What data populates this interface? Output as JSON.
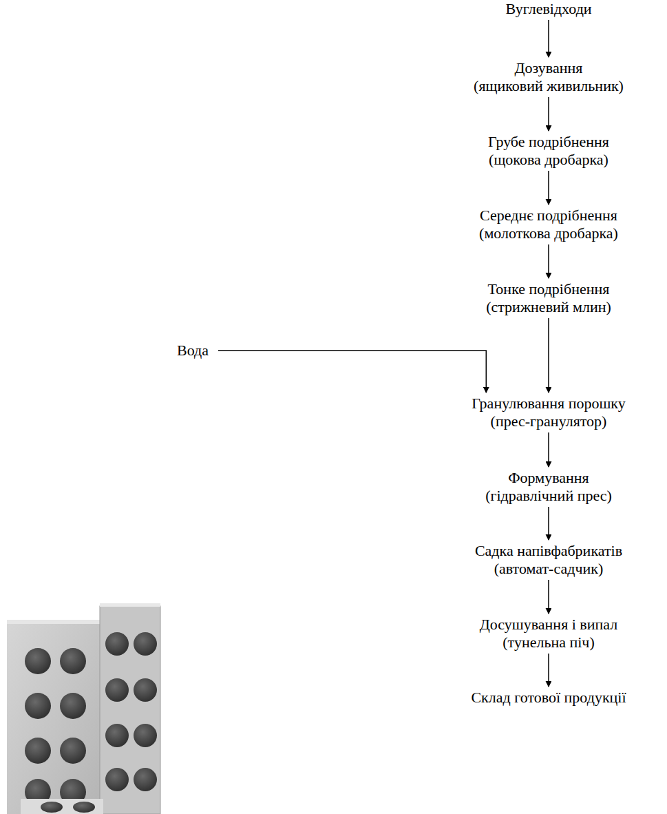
{
  "diagram": {
    "nodes": [
      {
        "text": [
          "Вуглевідходи"
        ]
      },
      {
        "text": [
          "Дозування",
          "(ящиковий живильник)"
        ]
      },
      {
        "text": [
          "Грубе подрібнення",
          "(щокова дробарка)"
        ]
      },
      {
        "text": [
          "Середнє подрібнення",
          "(молоткова дробарка)"
        ]
      },
      {
        "text": [
          "Тонке подрібнення",
          "(стрижневий млин)"
        ]
      },
      {
        "text": [
          "Гранулювання порошку",
          "(прес-гранулятор)"
        ]
      },
      {
        "text": [
          "Формування",
          "(гідравлічний прес)"
        ]
      },
      {
        "text": [
          "Садка напівфабрикатів",
          "(автомат-садчик)"
        ]
      },
      {
        "text": [
          "Досушування і випал",
          "(тунельна піч)"
        ]
      },
      {
        "text": [
          "Склад готової продукції"
        ]
      },
      {
        "text": [
          "Вода"
        ]
      }
    ],
    "edges": [
      {
        "from": 0,
        "to": 1,
        "arrow": "to"
      },
      {
        "from": 1,
        "to": 2,
        "arrow": "to"
      },
      {
        "from": 2,
        "to": 3,
        "arrow": "to"
      },
      {
        "from": 3,
        "to": 4,
        "arrow": "to"
      },
      {
        "from": 4,
        "to": 5,
        "arrow": "to"
      },
      {
        "from": 5,
        "to": 6,
        "arrow": "to"
      },
      {
        "from": 6,
        "to": 7,
        "arrow": "to"
      },
      {
        "from": 7,
        "to": 8,
        "arrow": "to"
      },
      {
        "from": 8,
        "to": 9,
        "arrow": "to"
      },
      {
        "from": 10,
        "to": 5,
        "arrow": "to"
      }
    ]
  }
}
